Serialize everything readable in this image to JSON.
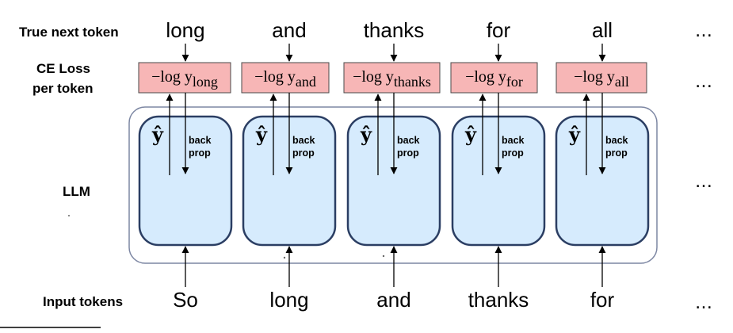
{
  "labels": {
    "true_next": "True next token",
    "ce_loss_1": "CE Loss",
    "ce_loss_2": "per token",
    "llm": "LLM",
    "input": "Input tokens"
  },
  "ellipsis": "…",
  "columns": [
    {
      "next": "long",
      "input": "So",
      "loss_prefix": "−log y",
      "loss_sub": "long"
    },
    {
      "next": "and",
      "input": "long",
      "loss_prefix": "−log y",
      "loss_sub": "and"
    },
    {
      "next": "thanks",
      "input": "and",
      "loss_prefix": "−log y",
      "loss_sub": "thanks"
    },
    {
      "next": "for",
      "input": "thanks",
      "loss_prefix": "−log y",
      "loss_sub": "for"
    },
    {
      "next": "all",
      "input": "for",
      "loss_prefix": "−log y",
      "loss_sub": "all"
    }
  ],
  "yhat": "ŷ",
  "backprop": [
    "back",
    "prop"
  ],
  "colors": {
    "loss_box": "#f7b6b6",
    "cell_fill": "#d6ebfd",
    "cell_border": "#2b3e63",
    "outer_border": "#7d87a3"
  }
}
